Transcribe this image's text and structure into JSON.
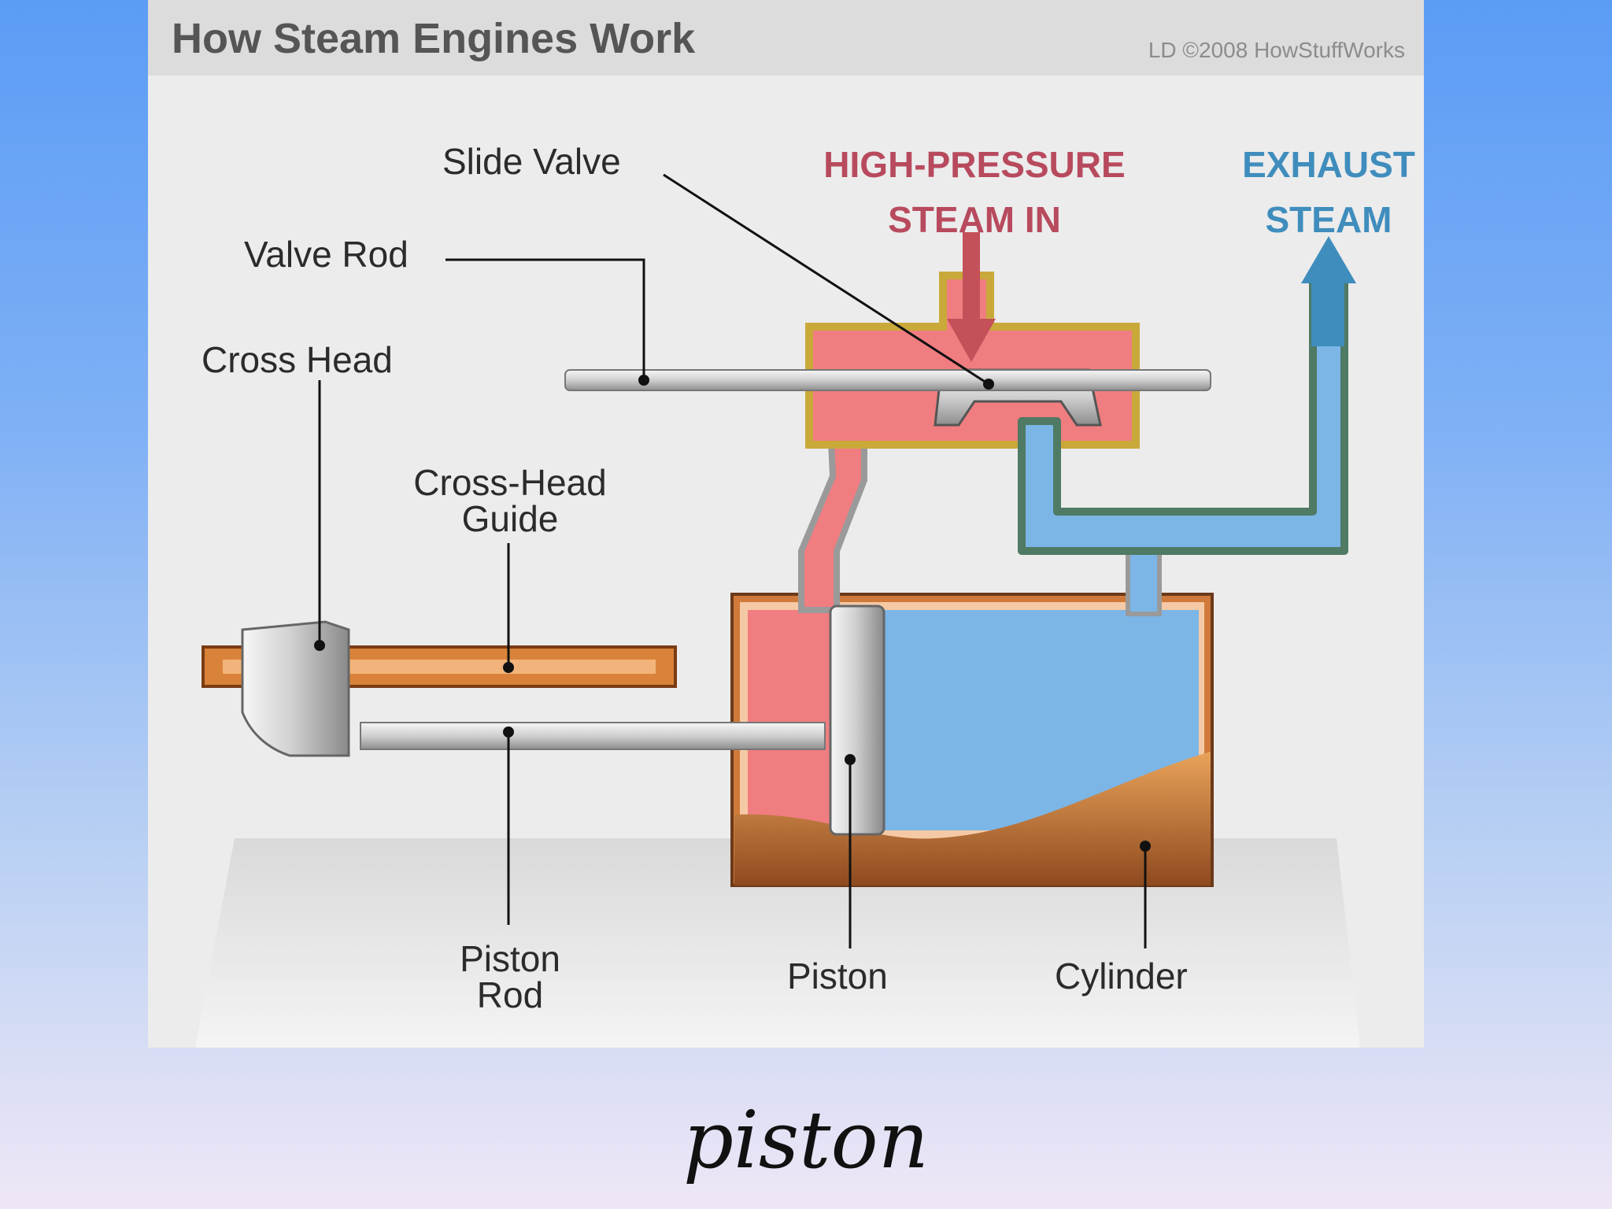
{
  "card": {
    "title": "How Steam Engines Work",
    "credit": "LD ©2008 HowStuffWorks"
  },
  "labels": {
    "slide_valve": "Slide Valve",
    "valve_rod": "Valve Rod",
    "cross_head": "Cross Head",
    "cross_head_guide": [
      "Cross-Head",
      "Guide"
    ],
    "high_pressure": [
      "HIGH-PRESSURE",
      "STEAM IN"
    ],
    "exhaust": [
      "EXHAUST",
      "STEAM"
    ],
    "piston_rod": [
      "Piston",
      "Rod"
    ],
    "piston": "Piston",
    "cylinder": "Cylinder"
  },
  "colors": {
    "hot_steam": "#f07d80",
    "exhaust_steam": "#7cb6e6",
    "copper": "#d9833a",
    "metal": "#d8d8d8"
  },
  "caption": "piston"
}
